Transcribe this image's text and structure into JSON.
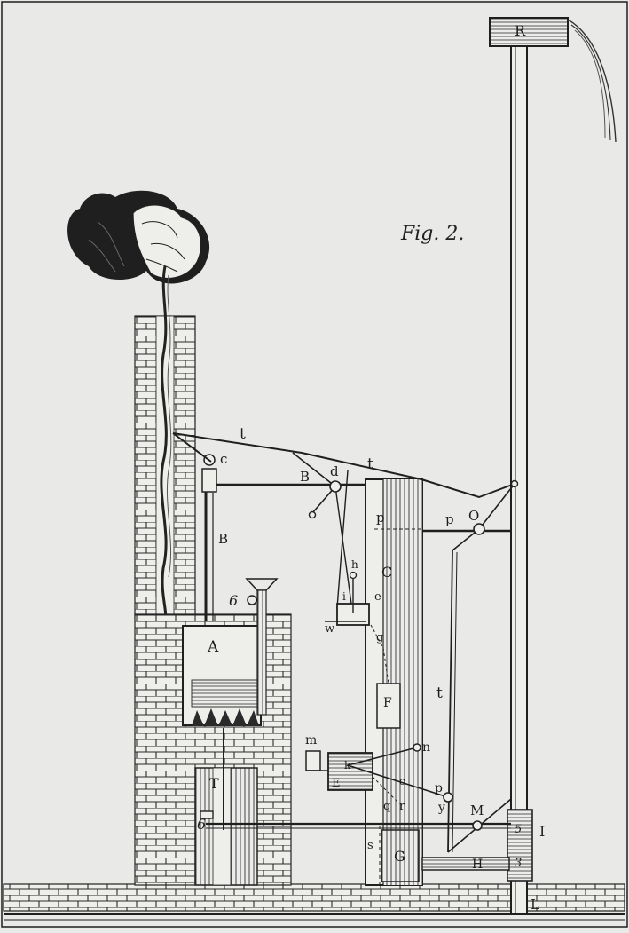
{
  "figure": {
    "caption": "Fig. 2."
  },
  "labels": {
    "R": "R",
    "t1": "t",
    "t2": "t",
    "t3": "t",
    "c": "c",
    "B1": "B",
    "B2": "B",
    "d": "d",
    "p1": "p",
    "p2": "p",
    "O": "O",
    "C": "C",
    "h": "h",
    "i": "i",
    "e": "e",
    "w": "w",
    "g": "g",
    "six1": "6",
    "A": "A",
    "F": "F",
    "m": "m",
    "n": "n",
    "E": "E",
    "k": "k",
    "o": "o",
    "q": "q",
    "r": "r",
    "p3": "p",
    "y": "y",
    "T": "T",
    "six2": "6",
    "M": "M",
    "I": "I",
    "s": "s",
    "G": "G",
    "H": "H",
    "five": "5",
    "three": "3",
    "L": "L"
  }
}
